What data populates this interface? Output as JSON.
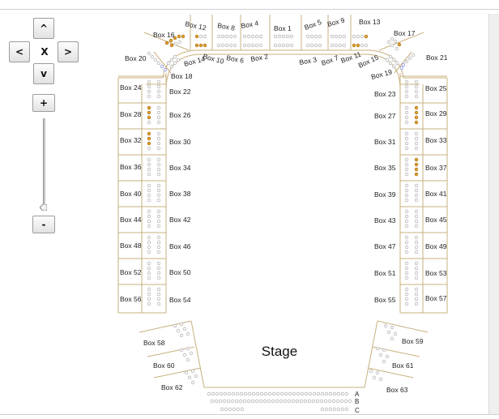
{
  "controls": {
    "up": "^",
    "left": "<",
    "reset": "X",
    "right": ">",
    "down": "v",
    "zoom_in": "+",
    "zoom_out": "-"
  },
  "zoom_level": 0.05,
  "stage_label": "Stage",
  "colors": {
    "line": "#c9b07e",
    "seat_open": "#b7b7b7",
    "seat_taken": "#e2a22f",
    "seat_taken_stroke": "#b07818",
    "seat_special": "#8a94e0"
  },
  "boxes": [
    "Box 1",
    "Box 2",
    "Box 3",
    "Box 4",
    "Box 5",
    "Box 6",
    "Box 7",
    "Box 8",
    "Box 9",
    "Box 10",
    "Box 11",
    "Box 12",
    "Box 13",
    "Box 14",
    "Box 15",
    "Box 16",
    "Box 17",
    "Box 18",
    "Box 19",
    "Box 20",
    "Box 21",
    "Box 22",
    "Box 23",
    "Box 24",
    "Box 25",
    "Box 26",
    "Box 27",
    "Box 28",
    "Box 29",
    "Box 30",
    "Box 31",
    "Box 32",
    "Box 33",
    "Box 34",
    "Box 35",
    "Box 36",
    "Box 37",
    "Box 38",
    "Box 39",
    "Box 40",
    "Box 41",
    "Box 42",
    "Box 43",
    "Box 44",
    "Box 45",
    "Box 46",
    "Box 47",
    "Box 48",
    "Box 49",
    "Box 50",
    "Box 51",
    "Box 52",
    "Box 53",
    "Box 54",
    "Box 55",
    "Box 56",
    "Box 57",
    "Box 58",
    "Box 59",
    "Box 60",
    "Box 61",
    "Box 62",
    "Box 63"
  ],
  "rows": [
    "A",
    "B",
    "C"
  ]
}
